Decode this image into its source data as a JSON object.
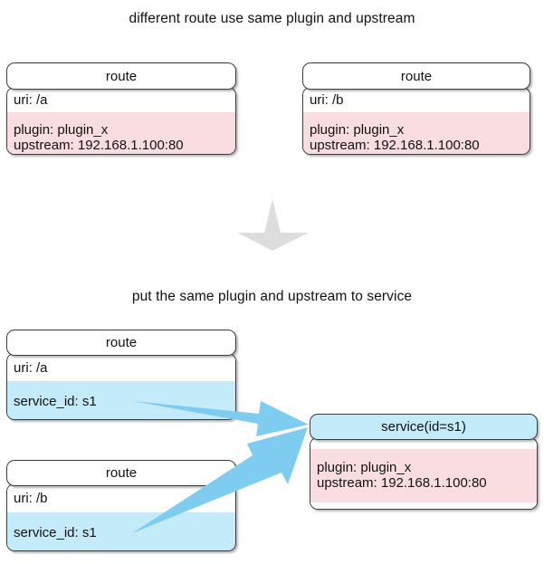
{
  "diagram": {
    "title_top": "different route use same plugin and upstream",
    "title_bottom": "put the same plugin and upstream to service",
    "colors": {
      "plugin_band": "#fadde1",
      "service_band": "#c3ebfa",
      "arrow_blue": "#7ecdf0",
      "arrow_gray": "#dddddd",
      "border": "#3b3b3b",
      "text": "#111111"
    }
  },
  "top_section": {
    "caption": "different route use same plugin and upstream",
    "nodes": [
      {
        "header": "route",
        "uri": "uri: /a",
        "plugin": "plugin: plugin_x",
        "upstream": "upstream: 192.168.1.100:80"
      },
      {
        "header": "route",
        "uri": "uri: /b",
        "plugin": "plugin: plugin_x",
        "upstream": "upstream: 192.168.1.100:80"
      }
    ]
  },
  "transition": {
    "icon": "down-arrow-icon"
  },
  "bottom_section": {
    "caption": "put the same plugin and upstream to service",
    "routes": [
      {
        "header": "route",
        "uri": "uri: /a",
        "service_id": "service_id: s1"
      },
      {
        "header": "route",
        "uri": "uri: /b",
        "service_id": "service_id: s1"
      }
    ],
    "service": {
      "header": "service(id=s1)",
      "plugin": "plugin: plugin_x",
      "upstream": "upstream: 192.168.1.100:80"
    },
    "links": [
      {
        "from": "route-a-service-id",
        "to": "service-node"
      },
      {
        "from": "route-b-service-id",
        "to": "service-node"
      }
    ]
  }
}
